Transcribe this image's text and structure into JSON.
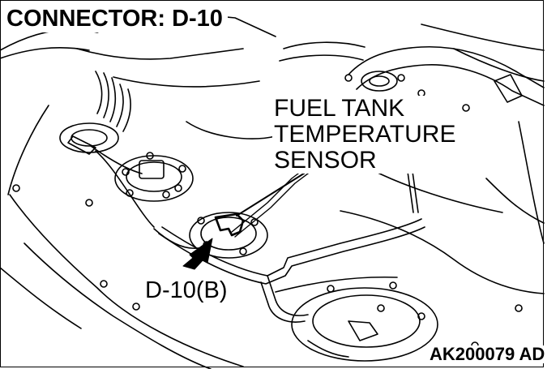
{
  "title": "CONNECTOR: D-10",
  "callout": {
    "line1": "FUEL TANK",
    "line2": "TEMPERATURE",
    "line3": "SENSOR"
  },
  "connector_label": "D-10(B)",
  "figure_code": "AK200079 AD"
}
